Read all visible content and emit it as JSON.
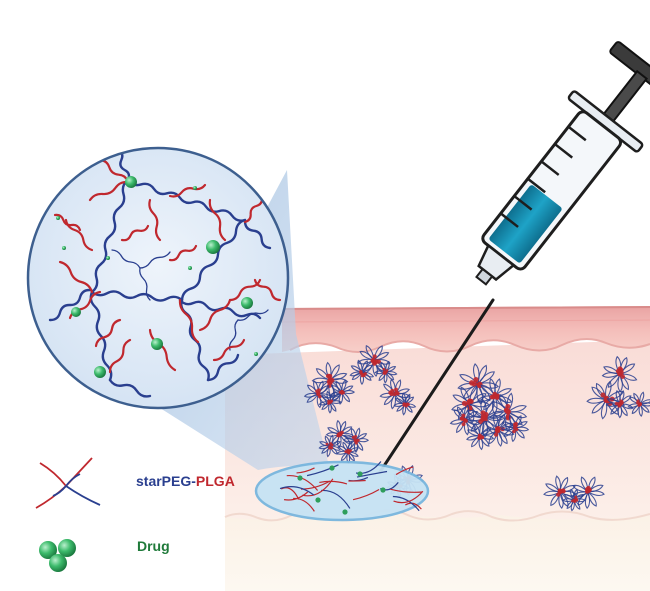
{
  "legend": {
    "polymer": {
      "part1": "starPEG-",
      "part2": "PLGA"
    },
    "drug": "Drug"
  },
  "colors": {
    "peg_blue": "#2a3f8f",
    "plga_red": "#c0282e",
    "drug_green": "#2e9e5b",
    "drug_label": "#1f7a3a",
    "skin_epidermis": "#f2b7b3",
    "skin_dermis": "#fbe8e4",
    "skin_subcutis": "#fbf3ea",
    "zoom_fill": "#dce8f6",
    "zoom_border": "#3d5f8f",
    "depot_fill": "#c9e4f4",
    "syringe_fluid": "#1a8fb0",
    "syringe_body": "#f4f7fa",
    "syringe_outline": "#222222"
  }
}
